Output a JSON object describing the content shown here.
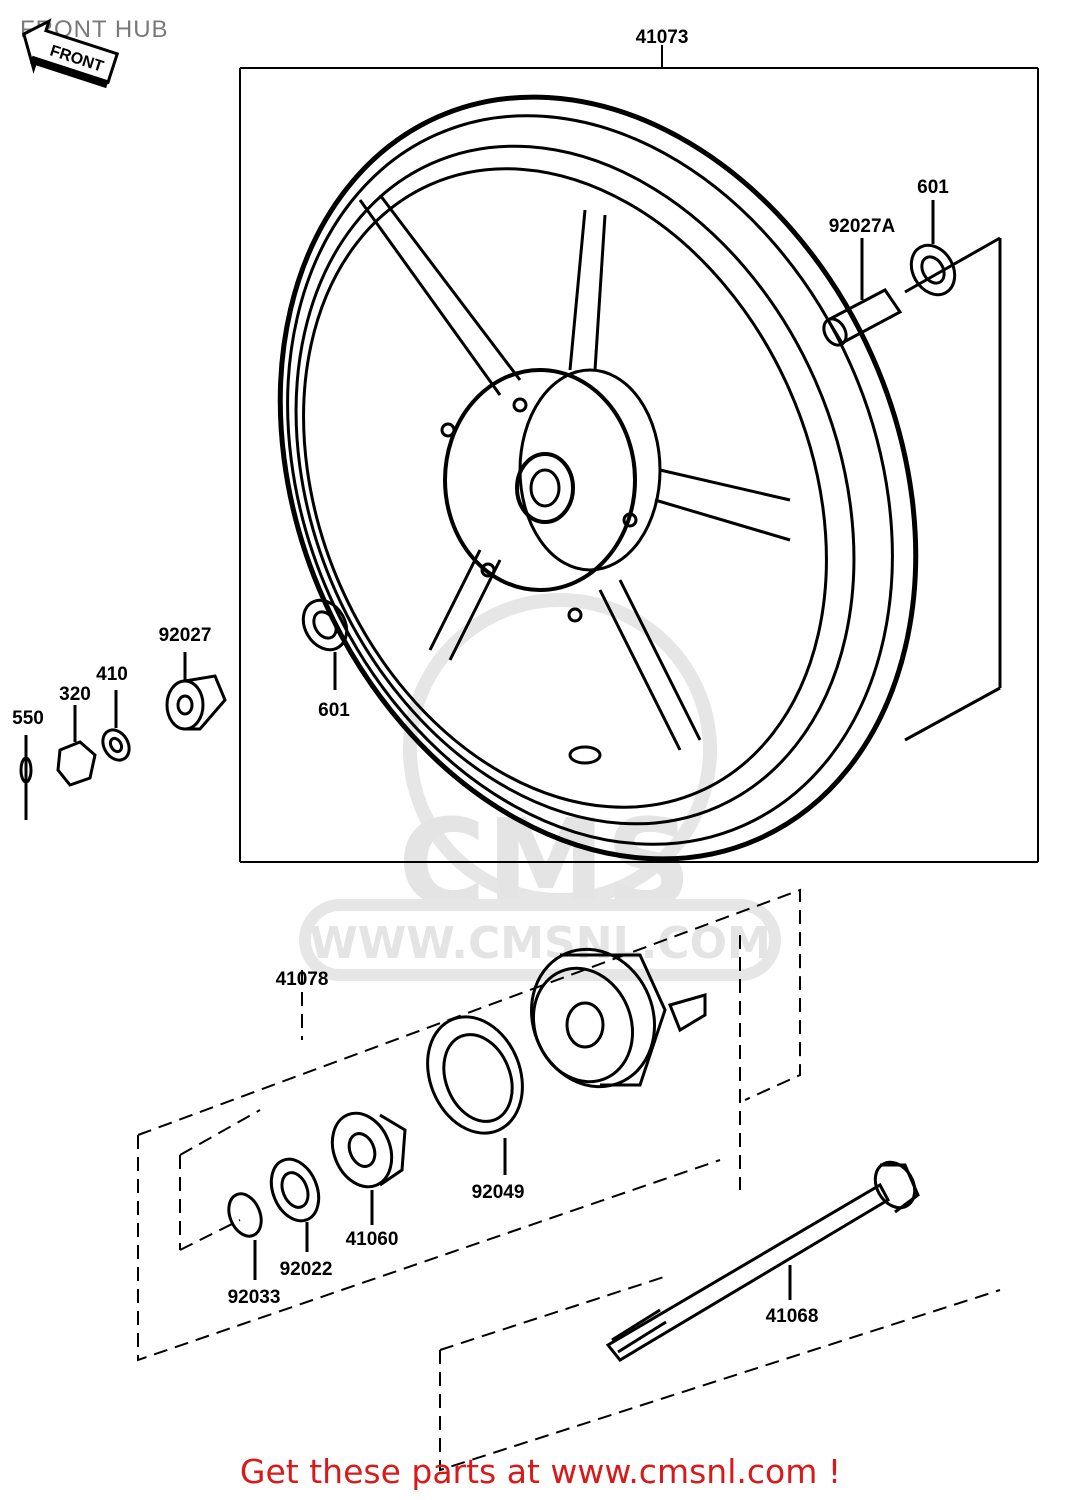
{
  "title": "FRONT HUB",
  "front_arrow_text": "FRONT",
  "watermark": {
    "logo": "CMS",
    "url": "WWW.CMSNL.COM"
  },
  "footer": "Get these parts at www.cmsnl.com !",
  "colors": {
    "line": "#000000",
    "footer": "#d91a1a",
    "watermark": "#e4e4e4",
    "title": "#7a7a7a"
  },
  "parts": {
    "p41073": "41073",
    "p601_top": "601",
    "p92027A": "92027A",
    "p92027": "92027",
    "p601_left": "601",
    "p410": "410",
    "p320": "320",
    "p550": "550",
    "p41078": "41078",
    "p92049": "92049",
    "p41060": "41060",
    "p92022": "92022",
    "p92033": "92033",
    "p41068": "41068"
  }
}
